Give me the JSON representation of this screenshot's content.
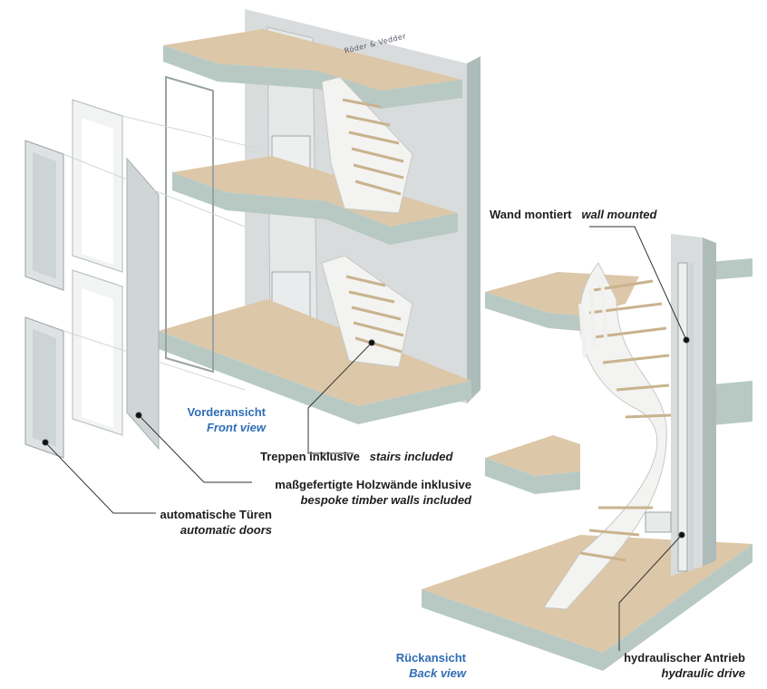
{
  "logo_text": "Röder & Vedder",
  "views": {
    "front": {
      "de": "Vorderansicht",
      "en": "Front view"
    },
    "back": {
      "de": "Rückansicht",
      "en": "Back view"
    }
  },
  "callouts": {
    "stairs": {
      "de": "Treppen inklusive",
      "en": "stairs included"
    },
    "walls": {
      "de": "maßgefertigte Holzwände inklusive",
      "en": "bespoke timber walls included"
    },
    "doors": {
      "de": "automatische Türen",
      "en": "automatic doors"
    },
    "wall_mounted": {
      "de": "Wand montiert",
      "en": "wall mounted"
    },
    "hydraulic": {
      "de": "hydraulischer Antrieb",
      "en": "hydraulic drive"
    }
  },
  "colors": {
    "floor_top": "#dcc7a8",
    "floor_side": "#b8c9c4",
    "wall": "#d7dbdc",
    "wall_side": "#a9b8b5",
    "door": "#e4e6e7",
    "door_glass": "#cdd4d4",
    "stair": "#f3f3f1",
    "tread": "#d8c29e",
    "label_blue": "#2f6db5",
    "leader": "#333333"
  }
}
